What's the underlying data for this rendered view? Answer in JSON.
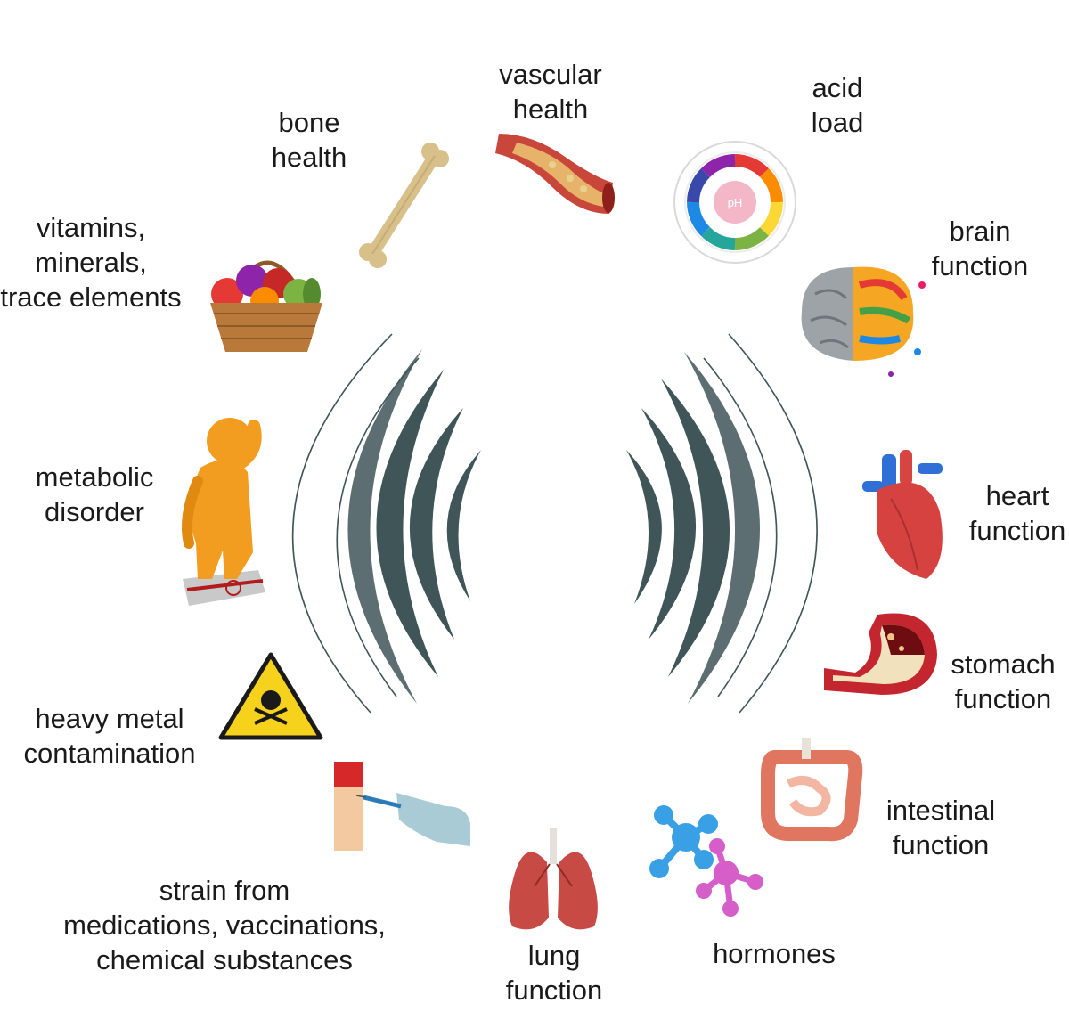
{
  "labels": {
    "vascular_health": [
      "vascular",
      "health"
    ],
    "acid_load": [
      "acid",
      "load"
    ],
    "bone_health": [
      "bone",
      "health"
    ],
    "vitamins": [
      "vitamins,",
      "minerals,",
      "trace elements"
    ],
    "brain_function": [
      "brain",
      "function"
    ],
    "metabolic_disorder": [
      "metabolic",
      "disorder"
    ],
    "heart_function": [
      "heart",
      "function"
    ],
    "stomach_function": [
      "stomach",
      "function"
    ],
    "heavy_metal": [
      "heavy metal",
      "contamination"
    ],
    "intestinal_function": [
      "intestinal",
      "function"
    ],
    "strain": [
      "strain from",
      "medications, vaccinations,",
      "chemical substances"
    ],
    "hormones": [
      "hormones"
    ],
    "lung_function": [
      "lung",
      "function"
    ]
  },
  "ph_badge": "pH",
  "colors": {
    "waves": "#3f5558",
    "bone": "#d8c08a",
    "fruit_basket": "#b9793a",
    "figure": "#f29d1f",
    "warning": "#f6d21d",
    "heart": "#d6423f",
    "stomach": "#c3262f",
    "intestine": "#e0765f",
    "lung": "#c74a44",
    "molecule_blue": "#3aa0e6",
    "molecule_pink": "#d65ec9"
  }
}
